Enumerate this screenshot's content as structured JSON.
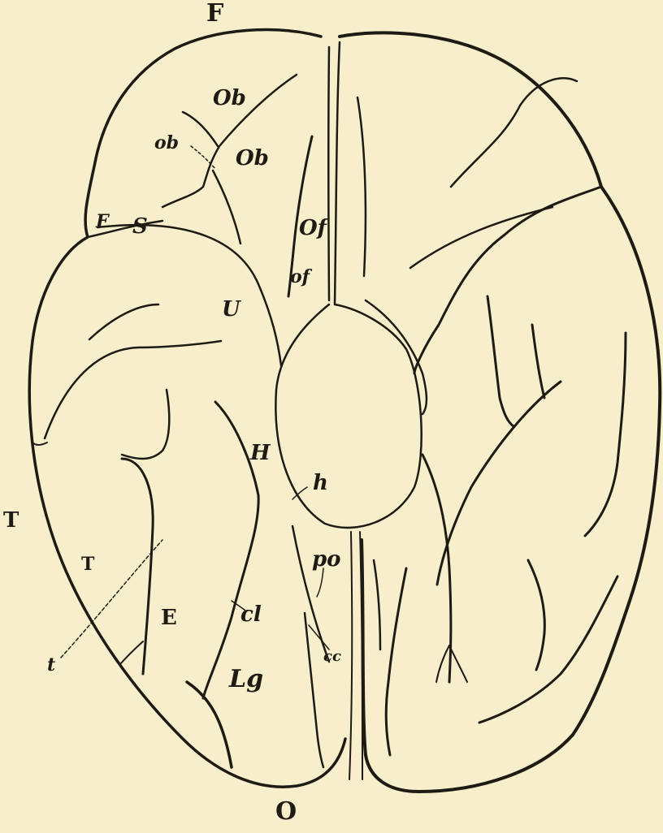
{
  "figure": {
    "labels": {
      "F_top": "F",
      "Ob_upper": "Ob",
      "ob_small": "ob",
      "Ob_lower": "Ob",
      "Of": "Of",
      "of": "of",
      "F_side": "F",
      "S": "S",
      "U": "U",
      "T_side": "T",
      "T_inner": "T",
      "E": "E",
      "t": "t",
      "H": "H",
      "h": "h",
      "cl": "cl",
      "Lg": "Lg",
      "po": "po",
      "cc": "cc",
      "O": "O"
    }
  }
}
